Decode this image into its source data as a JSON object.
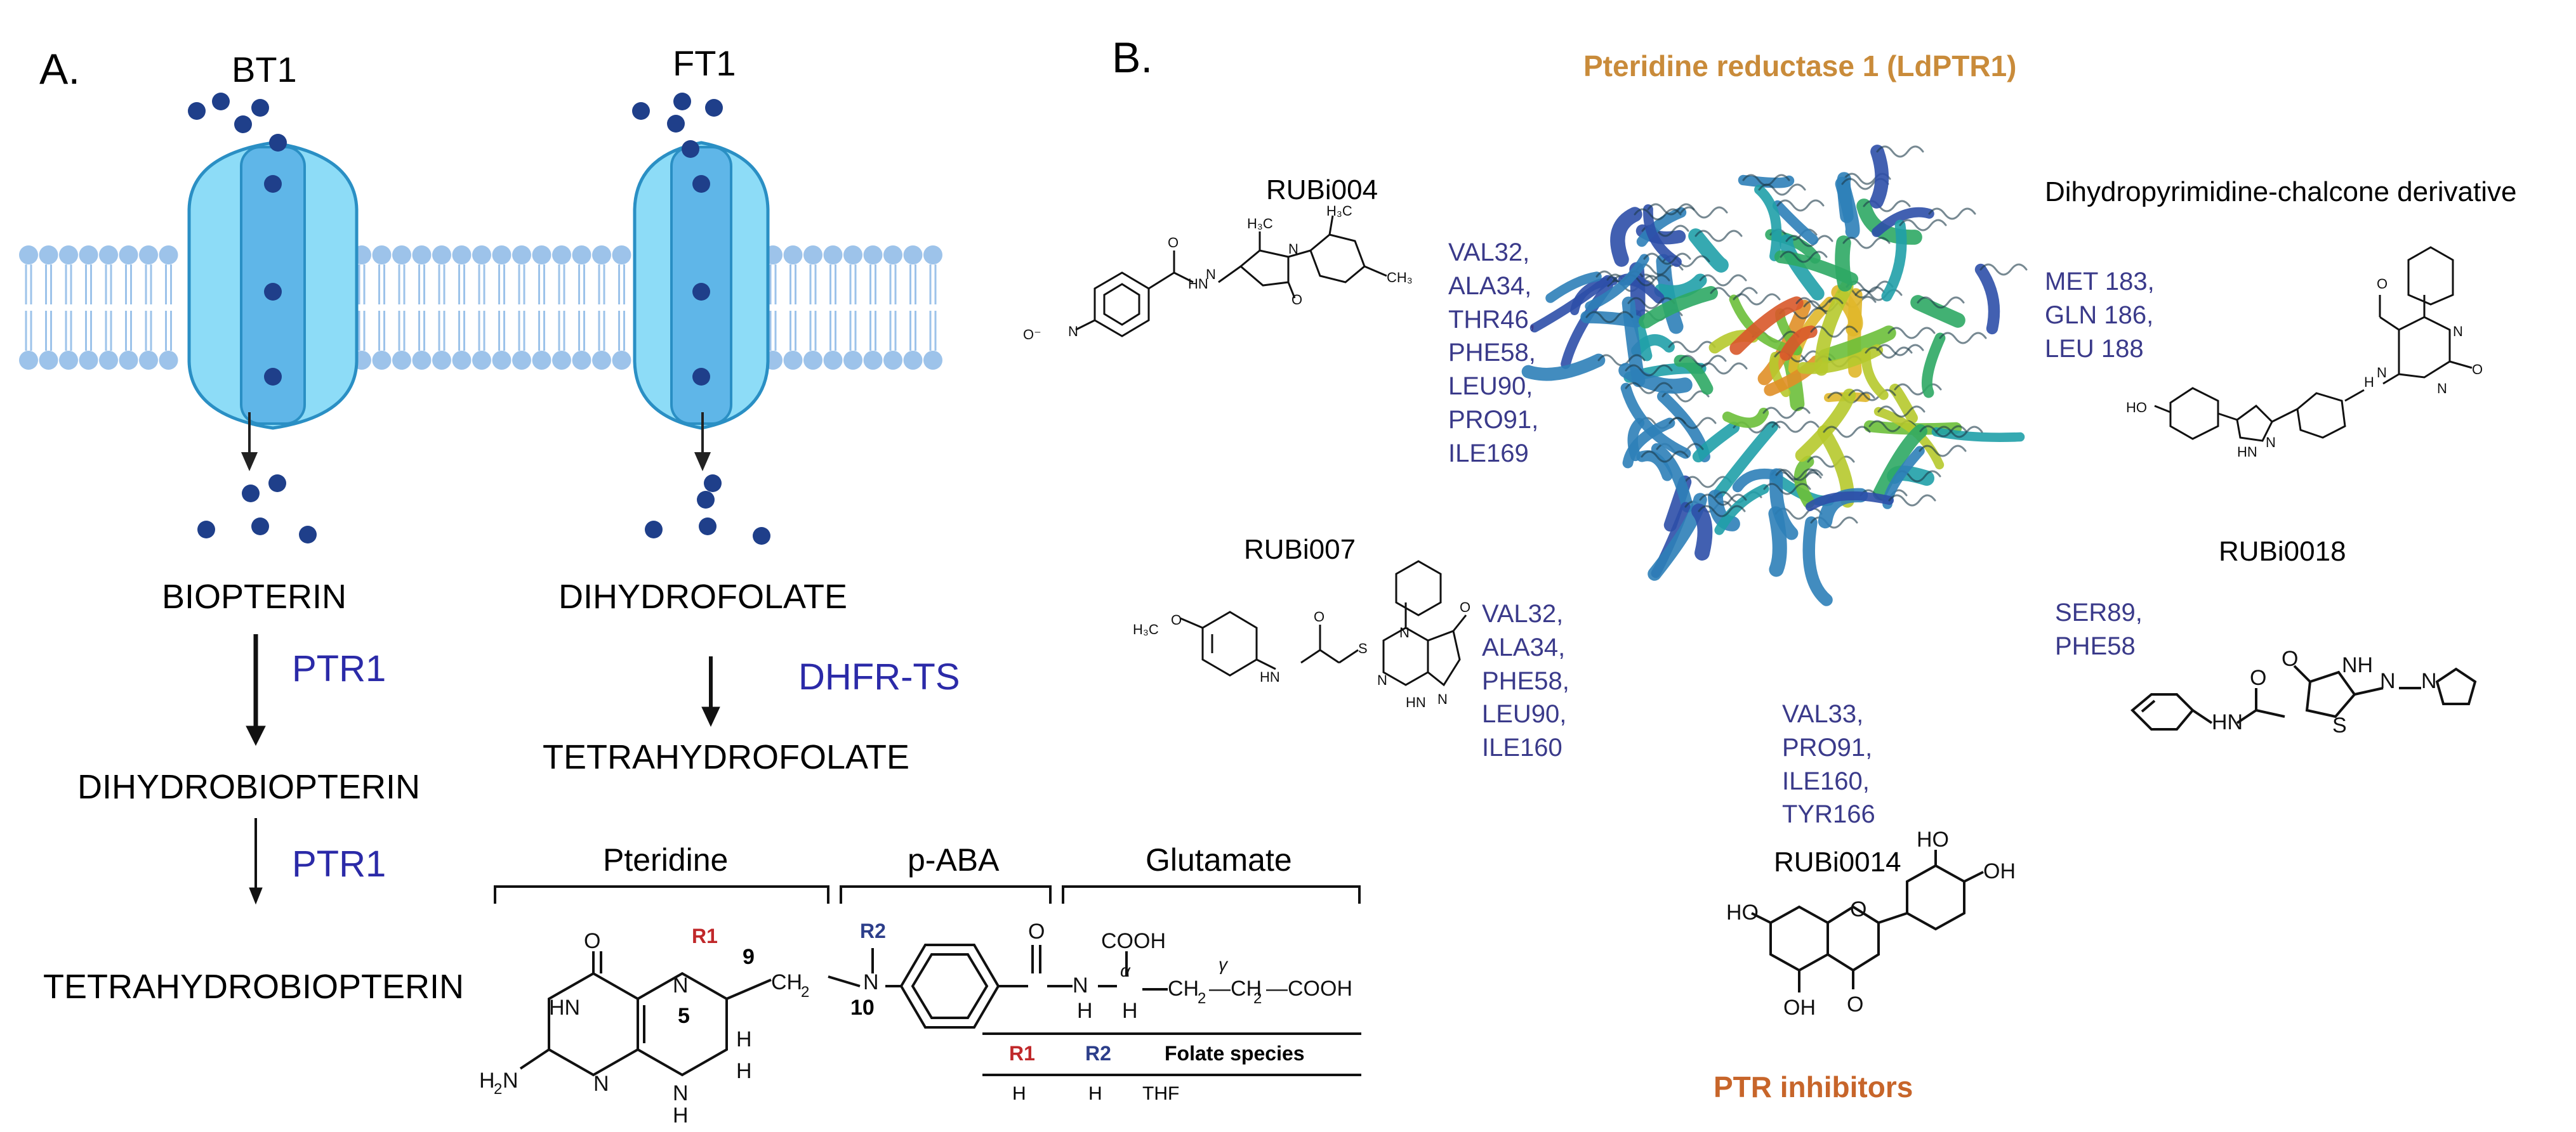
{
  "panels": {
    "a": "A.",
    "b": "B."
  },
  "transporters": {
    "bt1": "BT1",
    "ft1": "FT1"
  },
  "pathway": {
    "biopterin": "BIOPTERIN",
    "dihydrobiopterin": "DIHYDROBIOPTERIN",
    "tetrahydrobiopterin": "TETRAHYDROBIOPTERIN",
    "dihydrofolate": "DIHYDROFOLATE",
    "tetrahydrofolate": "TETRAHYDROFOLATE"
  },
  "enzymes": {
    "ptr1_top": "PTR1",
    "ptr1_bottom": "PTR1",
    "dhfr": "DHFR-TS"
  },
  "folate": {
    "pteridine": "Pteridine",
    "paba": "p-ABA",
    "glutamate": "Glutamate",
    "r1": "R1",
    "r2": "R2",
    "n5": "5",
    "n10": "10",
    "c9": "9",
    "table_header": "Folate species",
    "row_r1": "H",
    "row_r2": "H",
    "row_species": "THF"
  },
  "title": "Pteridine reductase 1 (LdPTR1)",
  "inhibitors_label": "PTR inhibitors",
  "compounds": {
    "rubi004": {
      "name": "RUBi004",
      "residues": "VAL32,\nALA34,\nTHR46,\nPHE58,\nLEU90,\nPRO91,\nILE169"
    },
    "rubi007": {
      "name": "RUBi007",
      "residues": "VAL32,\nALA34,\nPHE58,\nLEU90,\nILE160"
    },
    "rubi0014": {
      "name": "RUBi0014",
      "residues": "VAL33,\nPRO91,\nILE160,\nTYR166"
    },
    "rubi0018": {
      "name": "RUBi0018",
      "residues": "SER89,\nPHE58"
    },
    "chalcone": {
      "name": "Dihydropyrimidine-chalcone derivative",
      "residues": "MET 183,\nGLN 186,\nLEU 188"
    }
  },
  "colors": {
    "enzyme": "#2b2aa8",
    "residue": "#3a3a8a",
    "title": "#c98b3a",
    "inhibitors": "#c7652a",
    "membrane": "#9dc3ea",
    "channel": "#7fd3f2",
    "ligand": "#1f3f8a"
  }
}
